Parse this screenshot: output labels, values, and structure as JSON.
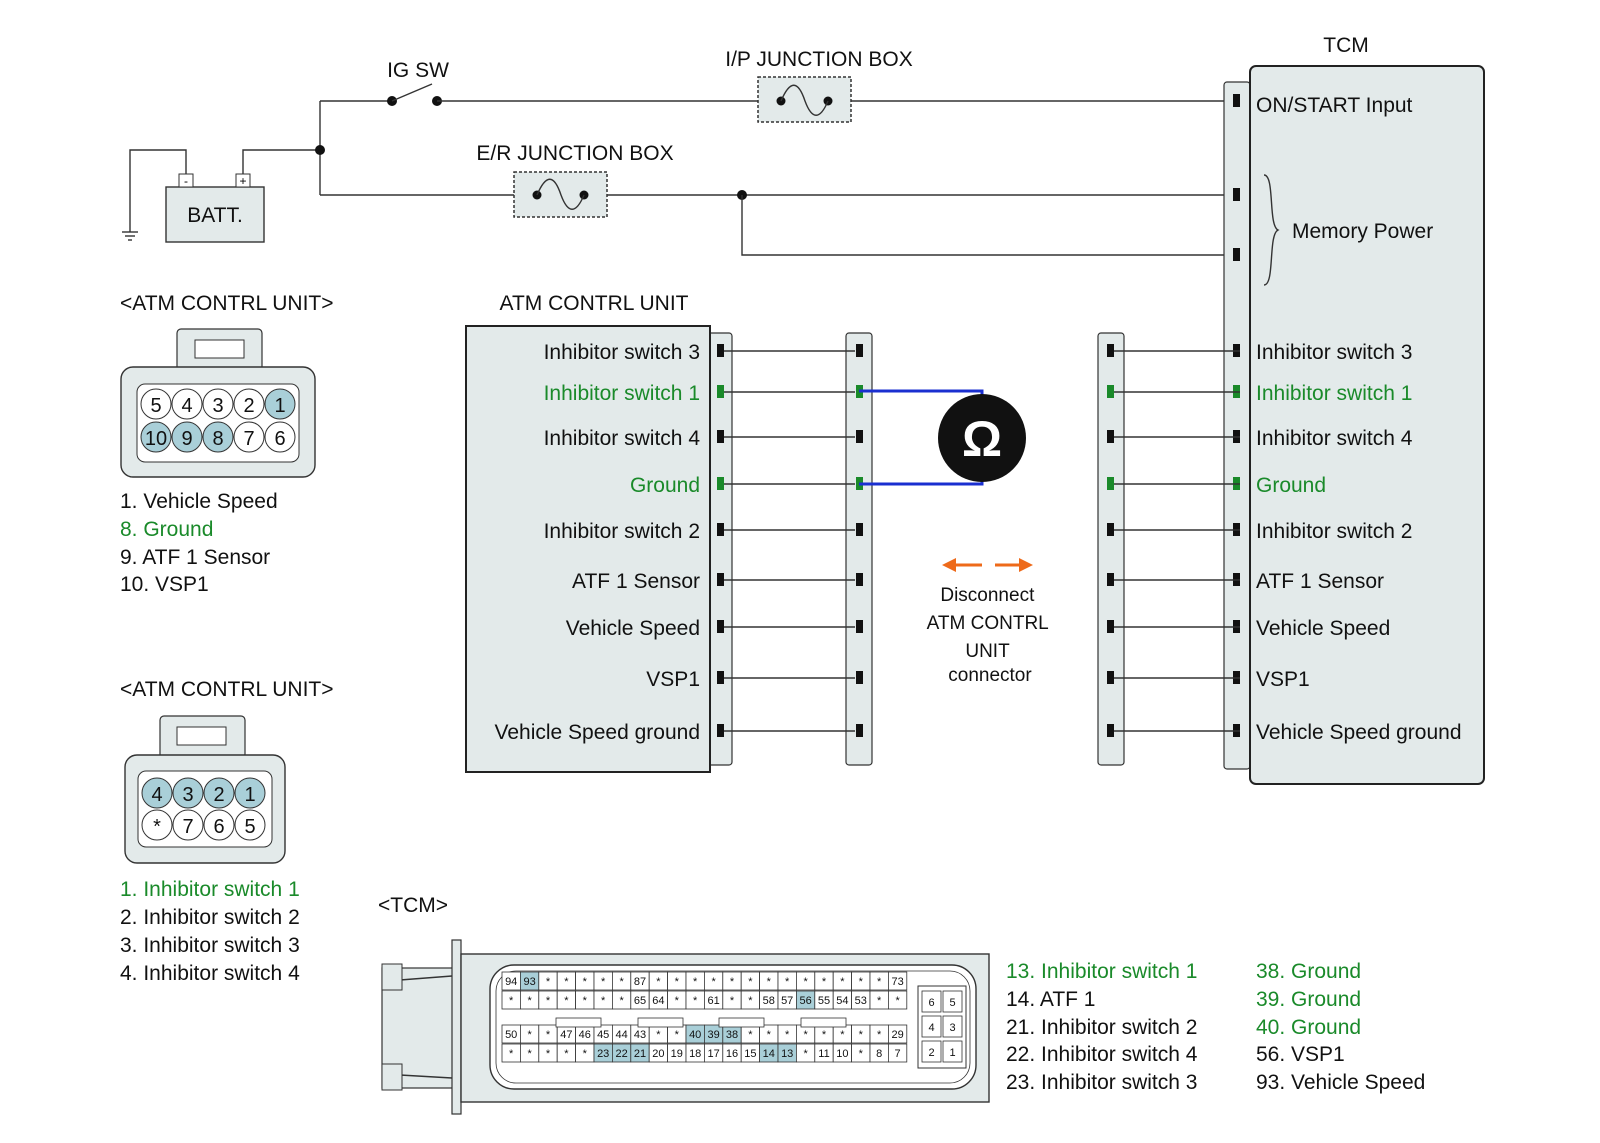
{
  "top": {
    "ig_sw": "IG SW",
    "ip_junction": "I/P JUNCTION BOX",
    "er_junction": "E/R JUNCTION BOX",
    "batt": "BATT.",
    "batt_minus": "-",
    "batt_plus": "+",
    "tcm": "TCM",
    "on_start": "ON/START Input",
    "memory_power": "Memory Power"
  },
  "atm_unit": {
    "title": "ATM CONTRL UNIT",
    "pins": [
      {
        "label": "Inhibitor switch 3",
        "highlight": false
      },
      {
        "label": "Inhibitor switch 1",
        "highlight": true
      },
      {
        "label": "Inhibitor switch 4",
        "highlight": false
      },
      {
        "label": "Ground",
        "highlight": true
      },
      {
        "label": "Inhibitor switch 2",
        "highlight": false
      },
      {
        "label": "ATF 1 Sensor",
        "highlight": false
      },
      {
        "label": "Vehicle Speed",
        "highlight": false
      },
      {
        "label": "VSP1",
        "highlight": false
      },
      {
        "label": "Vehicle Speed ground",
        "highlight": false
      }
    ]
  },
  "tcm_side": {
    "pins": [
      {
        "label": "Inhibitor switch 3",
        "highlight": false
      },
      {
        "label": "Inhibitor switch 1",
        "highlight": true
      },
      {
        "label": "Inhibitor switch 4",
        "highlight": false
      },
      {
        "label": "Ground",
        "highlight": true
      },
      {
        "label": "Inhibitor switch 2",
        "highlight": false
      },
      {
        "label": "ATF 1 Sensor",
        "highlight": false
      },
      {
        "label": "Vehicle Speed",
        "highlight": false
      },
      {
        "label": "VSP1",
        "highlight": false
      },
      {
        "label": "Vehicle Speed ground",
        "highlight": false
      }
    ]
  },
  "meter": {
    "symbol": "Ω",
    "note_lines": [
      "Disconnect",
      "ATM CONTRL",
      "UNIT",
      "connector"
    ],
    "arrow_color": "#ee6a1a",
    "probe_color": "#1a2fd0"
  },
  "connector1": {
    "title": "<ATM CONTRL UNIT>",
    "row1": [
      {
        "n": "5",
        "hl": false
      },
      {
        "n": "4",
        "hl": false
      },
      {
        "n": "3",
        "hl": false
      },
      {
        "n": "2",
        "hl": false
      },
      {
        "n": "1",
        "hl": true
      }
    ],
    "row2": [
      {
        "n": "10",
        "hl": true
      },
      {
        "n": "9",
        "hl": true
      },
      {
        "n": "8",
        "hl": true
      },
      {
        "n": "7",
        "hl": false
      },
      {
        "n": "6",
        "hl": false
      }
    ],
    "legend": [
      {
        "text": "1. Vehicle Speed",
        "highlight": false
      },
      {
        "text": "8. Ground",
        "highlight": true
      },
      {
        "text": "9. ATF 1 Sensor",
        "highlight": false
      },
      {
        "text": "10. VSP1",
        "highlight": false
      }
    ]
  },
  "connector2": {
    "title": "<ATM CONTRL UNIT>",
    "row1": [
      {
        "n": "4",
        "hl": true
      },
      {
        "n": "3",
        "hl": true
      },
      {
        "n": "2",
        "hl": true
      },
      {
        "n": "1",
        "hl": true
      }
    ],
    "row2": [
      {
        "n": "*",
        "hl": false
      },
      {
        "n": "7",
        "hl": false
      },
      {
        "n": "6",
        "hl": false
      },
      {
        "n": "5",
        "hl": false
      }
    ],
    "legend": [
      {
        "text": "1. Inhibitor switch 1",
        "highlight": true
      },
      {
        "text": "2. Inhibitor switch 2",
        "highlight": false
      },
      {
        "text": "3. Inhibitor switch 3",
        "highlight": false
      },
      {
        "text": "4. Inhibitor switch 4",
        "highlight": false
      }
    ]
  },
  "tcm_connector": {
    "title": "<TCM>",
    "rows": [
      [
        "94",
        "93",
        "*",
        "*",
        "*",
        "*",
        "*",
        "87",
        "*",
        "*",
        "*",
        "*",
        "*",
        "*",
        "*",
        "*",
        "*",
        "*",
        "*",
        "*",
        "*",
        "73"
      ],
      [
        "*",
        "*",
        "*",
        "*",
        "*",
        "*",
        "*",
        "65",
        "64",
        "*",
        "*",
        "61",
        "*",
        "*",
        "58",
        "57",
        "56",
        "55",
        "54",
        "53",
        "*",
        "*"
      ],
      [
        "50",
        "*",
        "*",
        "47",
        "46",
        "45",
        "44",
        "43",
        "*",
        "*",
        "40",
        "39",
        "38",
        "*",
        "*",
        "*",
        "*",
        "*",
        "*",
        "*",
        "*",
        "29"
      ],
      [
        "*",
        "*",
        "*",
        "*",
        "*",
        "23",
        "22",
        "21",
        "20",
        "19",
        "18",
        "17",
        "16",
        "15",
        "14",
        "13",
        "*",
        "11",
        "10",
        "*",
        "8",
        "7"
      ]
    ],
    "highlighted": [
      "93",
      "56",
      "40",
      "39",
      "38",
      "23",
      "22",
      "21",
      "14",
      "13"
    ],
    "side": [
      [
        "6",
        "5"
      ],
      [
        "4",
        "3"
      ],
      [
        "2",
        "1"
      ]
    ],
    "legend_left": [
      {
        "text": "13. Inhibitor switch 1",
        "highlight": true
      },
      {
        "text": "14. ATF 1",
        "highlight": false
      },
      {
        "text": "21. Inhibitor switch 2",
        "highlight": false
      },
      {
        "text": "22. Inhibitor switch 4",
        "highlight": false
      },
      {
        "text": "23. Inhibitor switch 3",
        "highlight": false
      }
    ],
    "legend_right": [
      {
        "text": "38. Ground",
        "highlight": true
      },
      {
        "text": "39. Ground",
        "highlight": true
      },
      {
        "text": "40. Ground",
        "highlight": true
      },
      {
        "text": "56. VSP1",
        "highlight": false
      },
      {
        "text": "93. Vehicle Speed",
        "highlight": false
      }
    ]
  }
}
